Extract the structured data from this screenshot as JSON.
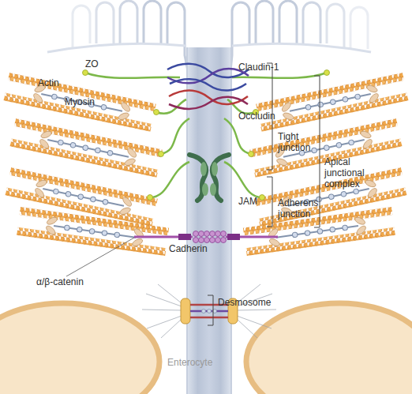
{
  "diagram": {
    "labels": [
      "Actin",
      "ZO",
      "Claudin-1",
      "Myosin",
      "Tight junction",
      "Occludin",
      "Apical junctional complex",
      "JAM",
      "Adherens junction",
      "Cadherin",
      "α/β-catenin",
      "Desmosome",
      "Enterocyte"
    ]
  }
}
